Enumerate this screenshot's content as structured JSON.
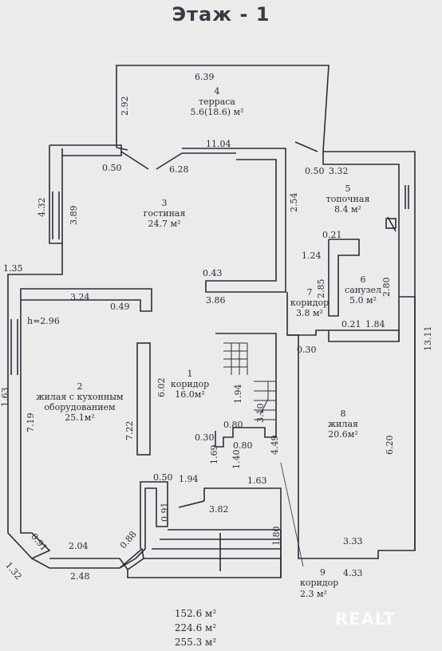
{
  "title": "Этаж - 1",
  "rooms": [
    {
      "num": "4",
      "name": "терраса",
      "area": "5.6(18.6) м²"
    },
    {
      "num": "3",
      "name": "гостиная",
      "area": "24.7 м²"
    },
    {
      "num": "5",
      "name": "топочная",
      "area": "8.4 м²"
    },
    {
      "num": "6",
      "name": "санузел",
      "area": "5.0 м²"
    },
    {
      "num": "7",
      "name": "коридор",
      "area": "3.8 м²"
    },
    {
      "num": "1",
      "name": "коридор",
      "area": "16.0м²"
    },
    {
      "num": "2",
      "name1": "жилая с кухонным",
      "name2": "оборудованием",
      "area": "25.1м²"
    },
    {
      "num": "8",
      "name": "жилая",
      "area": "20.6м²"
    },
    {
      "num": "9",
      "name": "коридор",
      "area": "2.3 м²"
    }
  ],
  "dims": {
    "d639": "6.39",
    "d292": "2.92",
    "d1104": "11.04",
    "d050a": "0.50",
    "d628": "6.28",
    "d432": "4.32",
    "d389": "3.89",
    "d254": "2.54",
    "d050b": "0.50",
    "d332": "3.32",
    "d021a": "0.21",
    "d124": "1.24",
    "d043": "0.43",
    "d135": "1.35",
    "d324": "3.24",
    "d049": "0.49",
    "d386": "3.86",
    "d285": "2.85",
    "d280": "2.80",
    "d021b": "0.21",
    "d184": "1.84",
    "h": "h=2.96",
    "d030a": "0.30",
    "d1311": "13.11",
    "d163a": "1.63",
    "d602": "6.02",
    "d194a": "1.94",
    "d719": "7.19",
    "d722": "7.22",
    "d080a": "0.80",
    "d310": "3.10",
    "d030b": "0.30",
    "d080b": "0.80",
    "d169": "1.69",
    "d140": "1.40",
    "d449": "4.49",
    "d620": "6.20",
    "d050c": "0.50",
    "d194b": "1.94",
    "d163b": "1.63",
    "d091a": "0.91",
    "d382": "3.82",
    "d180": "1.80",
    "d091b": "0.91",
    "d088": "0.88",
    "d204": "2.04",
    "d333": "3.33",
    "d132": "1.32",
    "d248": "2.48",
    "d433": "4.33"
  },
  "totals": [
    "152.6 м²",
    "224.6 м²",
    "255.3 м²"
  ],
  "watermark": "REALT"
}
